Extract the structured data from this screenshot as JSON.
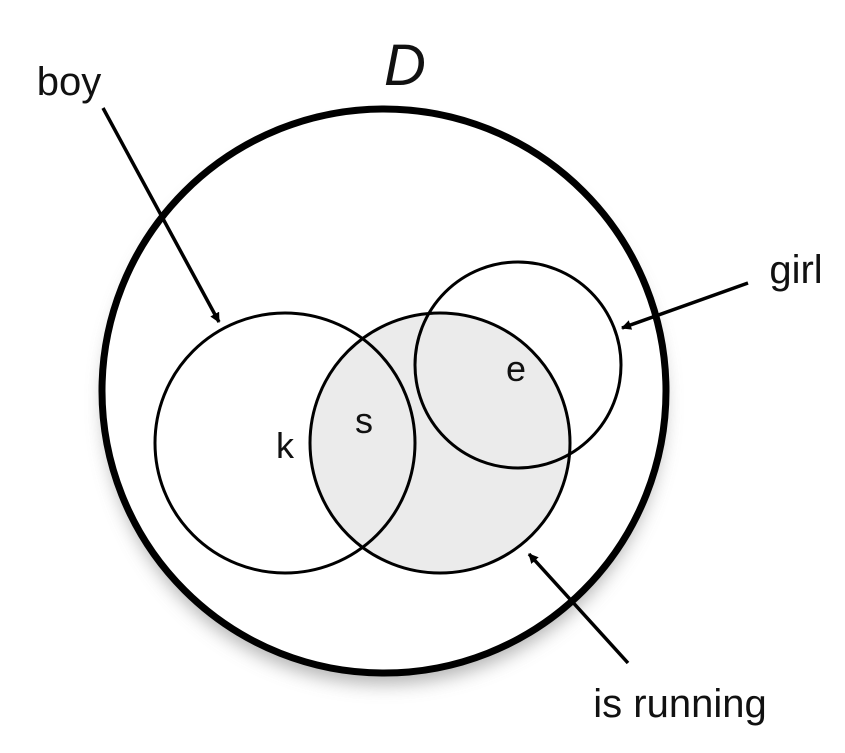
{
  "diagram": {
    "domain_label": "D",
    "sets": {
      "boy": "boy",
      "girl": "girl",
      "running": "is running"
    },
    "elements": {
      "k": "k",
      "s": "s",
      "e": "e"
    }
  },
  "colors": {
    "stroke": "#000000",
    "running_fill": "#ebebeb",
    "background": "#ffffff",
    "shadow": "#9a9a9a"
  }
}
